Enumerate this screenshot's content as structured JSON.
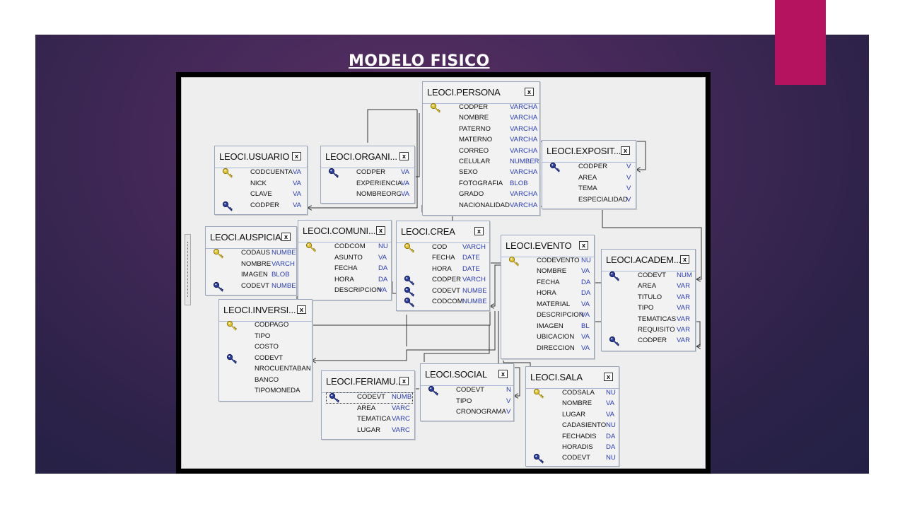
{
  "slide": {
    "title": "MODELO FISICO",
    "accent_color": "#b5125f"
  },
  "tables": {
    "persona": {
      "name": "LEOCI.PERSONA",
      "close": "x",
      "rows": [
        {
          "col": "CODPER",
          "type": "VARCHA"
        },
        {
          "col": "NOMBRE",
          "type": "VARCHA"
        },
        {
          "col": "PATERNO",
          "type": "VARCHA"
        },
        {
          "col": "MATERNO",
          "type": "VARCHA"
        },
        {
          "col": "CORREO",
          "type": "VARCHA"
        },
        {
          "col": "CELULAR",
          "type": "NUMBER"
        },
        {
          "col": "SEXO",
          "type": "VARCHA"
        },
        {
          "col": "FOTOGRAFIA",
          "type": "BLOB"
        },
        {
          "col": "GRADO",
          "type": "VARCHA"
        },
        {
          "col": "NACIONALIDAD",
          "type": "VARCHA"
        }
      ]
    },
    "usuario": {
      "name": "LEOCI.USUARIO",
      "close": "x",
      "rows": [
        {
          "col": "CODCUENTA",
          "type": "VA"
        },
        {
          "col": "NICK",
          "type": "VA"
        },
        {
          "col": "CLAVE",
          "type": "VA"
        },
        {
          "col": "CODPER",
          "type": "VA"
        }
      ]
    },
    "organi": {
      "name": "LEOCI.ORGANI...",
      "close": "x",
      "rows": [
        {
          "col": "CODPER",
          "type": "VA"
        },
        {
          "col": "EXPERIENCIA",
          "type": "VA"
        },
        {
          "col": "NOMBREORG",
          "type": "VA"
        }
      ]
    },
    "exposit": {
      "name": "LEOCI.EXPOSIT...",
      "close": "x",
      "rows": [
        {
          "col": "CODPER",
          "type": "V"
        },
        {
          "col": "AREA",
          "type": "V"
        },
        {
          "col": "TEMA",
          "type": "V"
        },
        {
          "col": "ESPECIALIDAD",
          "type": "V"
        }
      ]
    },
    "auspicia": {
      "name": "LEOCI.AUSPICIA...",
      "close": "x",
      "rows": [
        {
          "col": "CODAUS",
          "type": "NUMBE"
        },
        {
          "col": "NOMBRE",
          "type": "VARCH"
        },
        {
          "col": "IMAGEN",
          "type": "BLOB"
        },
        {
          "col": "CODEVT",
          "type": "NUMBE"
        }
      ]
    },
    "comuni": {
      "name": "LEOCI.COMUNI...",
      "close": "x",
      "rows": [
        {
          "col": "CODCOM",
          "type": "NU"
        },
        {
          "col": "ASUNTO",
          "type": "VA"
        },
        {
          "col": "FECHA",
          "type": "DA"
        },
        {
          "col": "HORA",
          "type": "DA"
        },
        {
          "col": "DESCRIPCION",
          "type": "VA"
        }
      ]
    },
    "crea": {
      "name": "LEOCI.CREA",
      "close": "x",
      "rows": [
        {
          "col": "COD",
          "type": "VARCH"
        },
        {
          "col": "FECHA",
          "type": "DATE"
        },
        {
          "col": "HORA",
          "type": "DATE"
        },
        {
          "col": "CODPER",
          "type": "VARCH"
        },
        {
          "col": "CODEVT",
          "type": "NUMBE"
        },
        {
          "col": "CODCOM",
          "type": "NUMBE"
        }
      ]
    },
    "evento": {
      "name": "LEOCI.EVENTO",
      "close": "x",
      "rows": [
        {
          "col": "CODEVENTO",
          "type": "NU"
        },
        {
          "col": "NOMBRE",
          "type": "VA"
        },
        {
          "col": "FECHA",
          "type": "DA"
        },
        {
          "col": "HORA",
          "type": "DA"
        },
        {
          "col": "MATERIAL",
          "type": "VA"
        },
        {
          "col": "DESCRIPCION",
          "type": "VA"
        },
        {
          "col": "IMAGEN",
          "type": "BL"
        },
        {
          "col": "UBICACION",
          "type": "VA"
        },
        {
          "col": "DIRECCION",
          "type": "VA"
        }
      ]
    },
    "academ": {
      "name": "LEOCI.ACADEM...",
      "close": "x",
      "rows": [
        {
          "col": "CODEVT",
          "type": "NUM"
        },
        {
          "col": "AREA",
          "type": "VAR"
        },
        {
          "col": "TITULO",
          "type": "VAR"
        },
        {
          "col": "TIPO",
          "type": "VAR"
        },
        {
          "col": "TEMATICAS",
          "type": "VAR"
        },
        {
          "col": "REQUISITO",
          "type": "VAR"
        },
        {
          "col": "CODPER",
          "type": "VAR"
        }
      ]
    },
    "inversi": {
      "name": "LEOCI.INVERSI...",
      "close": "x",
      "rows": [
        {
          "col": "CODPAGO",
          "type": ""
        },
        {
          "col": "TIPO",
          "type": ""
        },
        {
          "col": "COSTO",
          "type": ""
        },
        {
          "col": "CODEVT",
          "type": ""
        },
        {
          "col": "NROCUENTABAN",
          "type": ""
        },
        {
          "col": "BANCO",
          "type": ""
        },
        {
          "col": "TIPOMONEDA",
          "type": ""
        }
      ]
    },
    "feriamu": {
      "name": "LEOCI.FERIAMU...",
      "close": "x",
      "rows": [
        {
          "col": "CODEVT",
          "type": "NUMB"
        },
        {
          "col": "AREA",
          "type": "VARC"
        },
        {
          "col": "TEMATICA",
          "type": "VARC"
        },
        {
          "col": "LUGAR",
          "type": "VARC"
        }
      ]
    },
    "social": {
      "name": "LEOCI.SOCIAL",
      "close": "x",
      "rows": [
        {
          "col": "CODEVT",
          "type": "N"
        },
        {
          "col": "TIPO",
          "type": "V"
        },
        {
          "col": "CRONOGRAMA",
          "type": "V"
        }
      ]
    },
    "sala": {
      "name": "LEOCI.SALA",
      "close": "x",
      "rows": [
        {
          "col": "CODSALA",
          "type": "NU"
        },
        {
          "col": "NOMBRE",
          "type": "VA"
        },
        {
          "col": "LUGAR",
          "type": "VA"
        },
        {
          "col": "CADASIENTO",
          "type": "NU"
        },
        {
          "col": "FECHADIS",
          "type": "DA"
        },
        {
          "col": "HORADIS",
          "type": "DA"
        },
        {
          "col": "CODEVT",
          "type": "NU"
        }
      ]
    }
  },
  "colors": {
    "primary_key": "#e2c532",
    "foreign_key": "#2b3fa0",
    "type_text": "#2a3db5"
  }
}
